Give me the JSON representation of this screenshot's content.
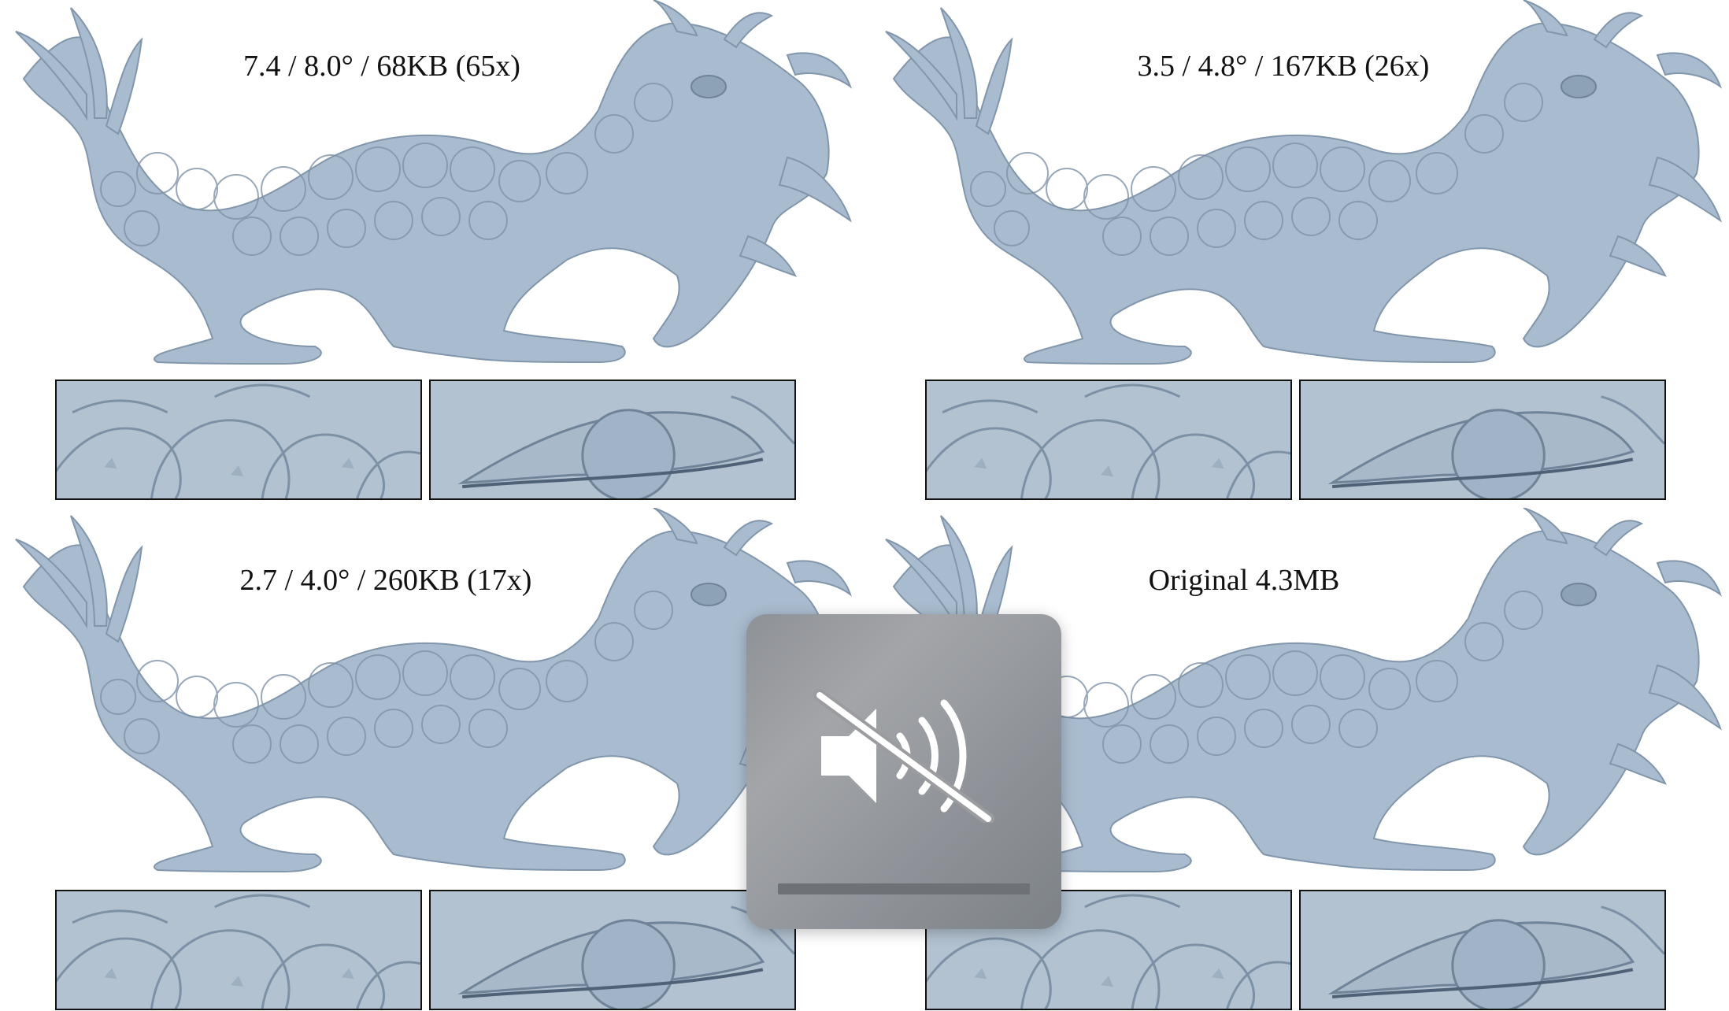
{
  "screen": {
    "panels": [
      {
        "id": "top-left",
        "caption": "7.4 / 8.0° / 68KB (65x)"
      },
      {
        "id": "top-right",
        "caption": "3.5 / 4.8° / 167KB (26x)"
      },
      {
        "id": "bottom-left",
        "caption": "2.7 / 4.0° / 260KB (17x)"
      },
      {
        "id": "bottom-right",
        "caption": "Original 4.3MB"
      }
    ]
  },
  "hud": {
    "icon": "speaker-muted-icon",
    "volume_level": 0
  },
  "colors": {
    "mesh": "#a9bccf",
    "mesh_shadow": "#7f93a8",
    "hud_bg": "#9a9c9f",
    "hud_icon": "#ffffff"
  }
}
